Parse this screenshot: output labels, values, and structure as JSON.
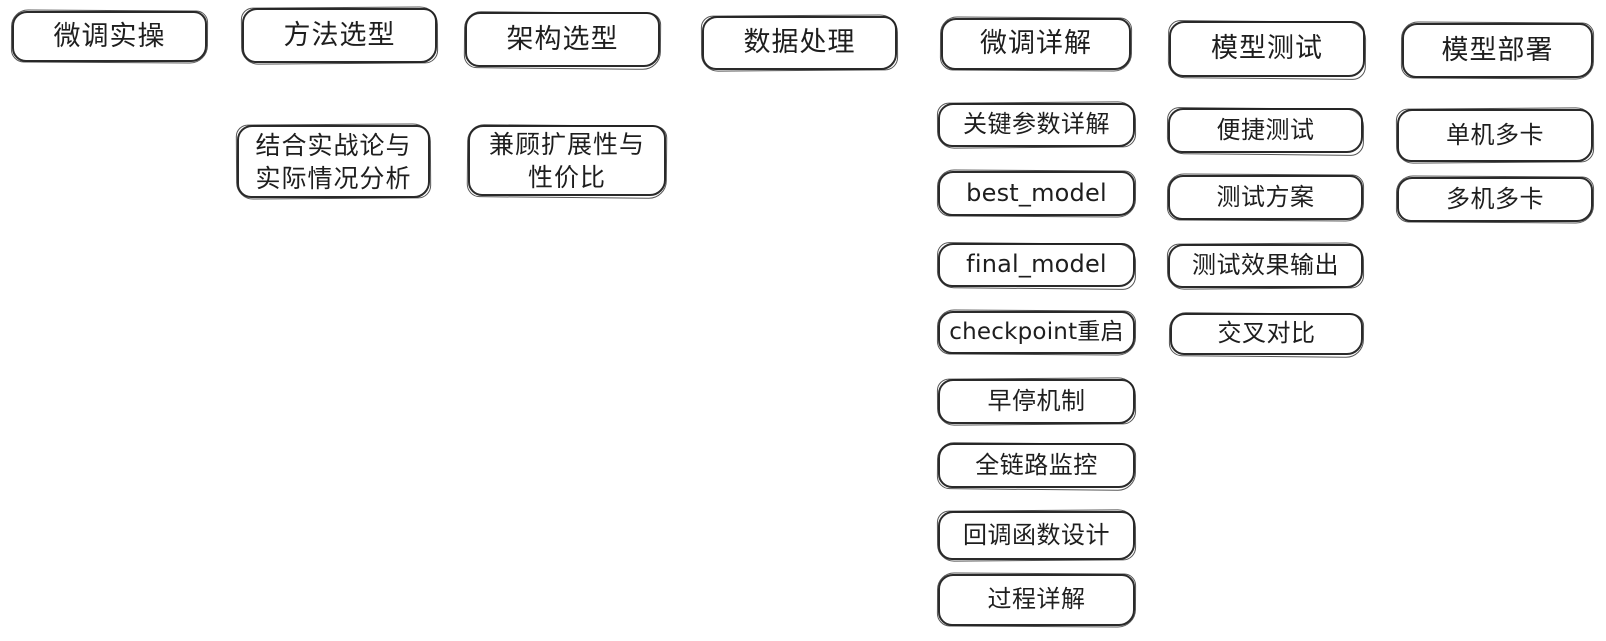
{
  "diagram": {
    "style": "hand-drawn-mindmap",
    "ink_color": "#2a2a2a",
    "background_color": "#ffffff",
    "columns": [
      {
        "title": "微调实操",
        "children": []
      },
      {
        "title": "方法选型",
        "children": [
          "结合实战论与实际情况分析"
        ]
      },
      {
        "title": "架构选型",
        "children": [
          "兼顾扩展性与性价比"
        ]
      },
      {
        "title": "数据处理",
        "children": []
      },
      {
        "title": "微调详解",
        "children": [
          "关键参数详解",
          "best_model",
          "final_model",
          "checkpoint重启",
          "早停机制",
          "全链路监控",
          "回调函数设计",
          "过程详解"
        ]
      },
      {
        "title": "模型测试",
        "children": [
          "便捷测试",
          "测试方案",
          "测试效果输出",
          "交叉对比"
        ]
      },
      {
        "title": "模型部署",
        "children": [
          "单机多卡",
          "多机多卡"
        ]
      }
    ]
  }
}
